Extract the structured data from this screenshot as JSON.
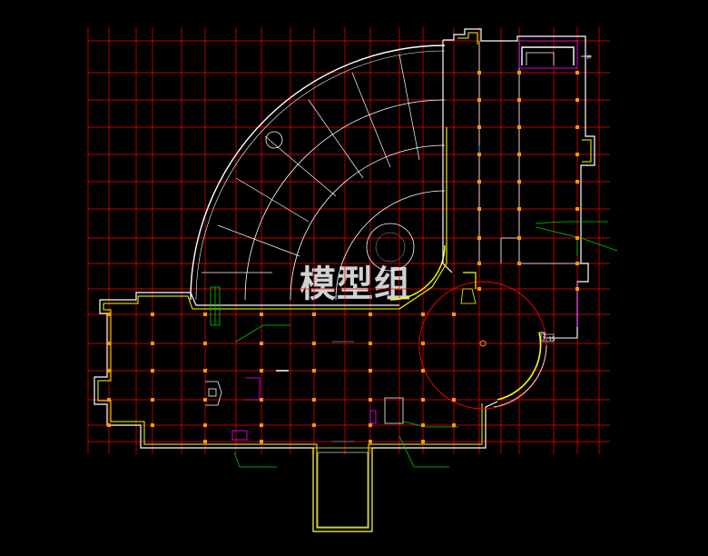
{
  "watermark": "模型组",
  "colors": {
    "background": "#000000",
    "grid": "#ff0000",
    "wall": "#ffffff",
    "wall_accent": "#ffff00",
    "column": "#ff9900",
    "leader": "#00cc00",
    "detail": "#ff00ff"
  },
  "labels": {
    "tag_small": "M",
    "tag_box": "3.15"
  }
}
